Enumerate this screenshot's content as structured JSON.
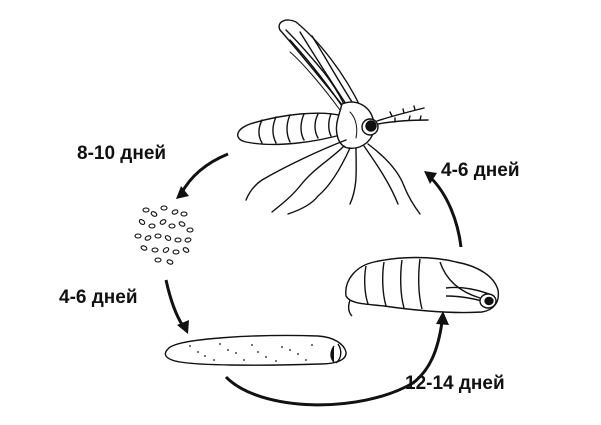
{
  "cycle": {
    "adult_to_eggs": "8-10 дней",
    "eggs_to_larva": "4-6 дней",
    "larva_to_pupa": "12-14 дней",
    "pupa_to_adult": "4-6 дней"
  },
  "stages": {
    "adult": "adult-gnat-illustration",
    "eggs": "egg-cluster-illustration",
    "larva": "larva-illustration",
    "pupa": "pupa-illustration"
  },
  "colors": {
    "ink": "#111111",
    "background": "#ffffff"
  }
}
